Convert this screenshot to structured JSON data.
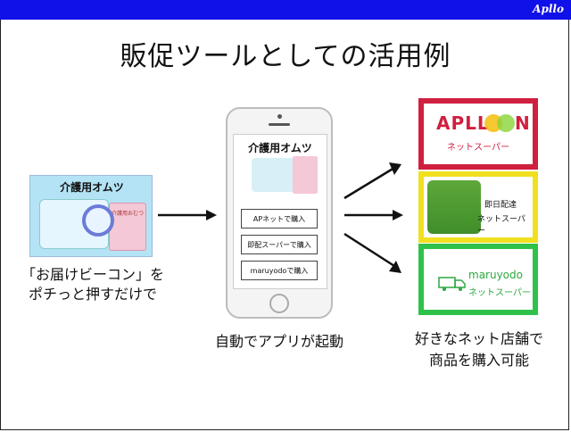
{
  "header": {
    "brand": "Apllo"
  },
  "title": "販促ツールとしての活用例",
  "left": {
    "card_label": "介護用オムツ",
    "caption_lines": [
      "「お届けビーコン」を",
      "ポチっと押すだけで"
    ]
  },
  "phone": {
    "title": "介護用オムツ",
    "buttons": [
      "APネットで購入",
      "即配スーパーで購入",
      "maruyodoで購入"
    ],
    "caption": "自動でアプリが起動"
  },
  "stores": [
    {
      "name": "APLL",
      "name_end": "N",
      "sub": "ネットスーパー",
      "color": "#d02040"
    },
    {
      "line1": "即日配達",
      "line2": "ネットスーパー",
      "color": "#f0e020"
    },
    {
      "name": "maruyodo",
      "sub": "ネットスーパー",
      "color": "#2ec24a"
    }
  ],
  "right": {
    "caption_lines": [
      "好きなネット店舗で",
      "商品を購入可能"
    ]
  }
}
